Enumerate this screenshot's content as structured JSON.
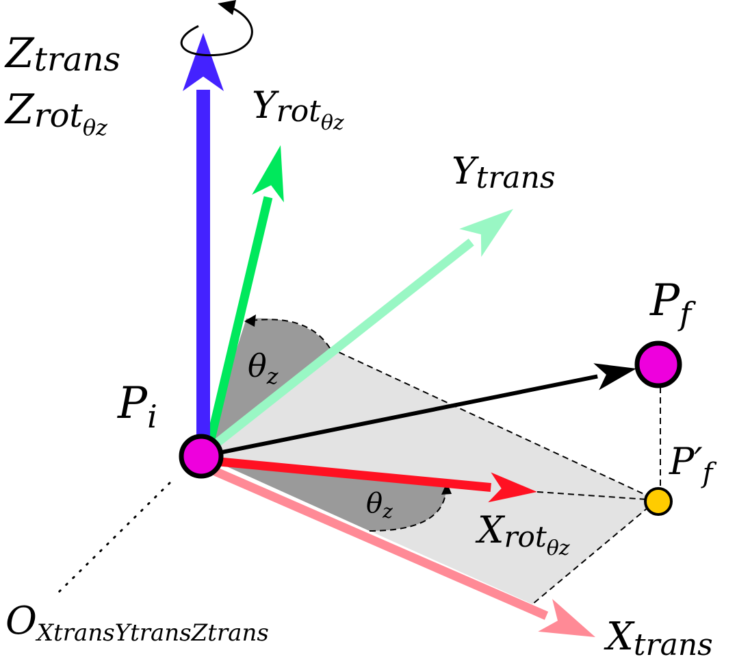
{
  "labels": {
    "z_trans": {
      "main": "Z",
      "sub": "trans"
    },
    "z_rot": {
      "main": "Z",
      "sub": "rot",
      "subsub": "θz"
    },
    "y_rot": {
      "main": "Y",
      "sub": "rot",
      "subsub": "θz"
    },
    "y_trans": {
      "main": "Y",
      "sub": "trans"
    },
    "x_rot": {
      "main": "X",
      "sub": "rot",
      "subsub": "θz"
    },
    "x_trans": {
      "main": "X",
      "sub": "trans"
    },
    "p_i": {
      "main": "P",
      "sub": "i"
    },
    "p_f": {
      "main": "P",
      "sub": "f"
    },
    "p_f_prime": {
      "main": "P′",
      "sub": "f"
    },
    "theta_upper": {
      "main": "θ",
      "sub": "z"
    },
    "theta_lower": {
      "main": "θ",
      "sub": "z"
    },
    "origin": {
      "main": "O",
      "sub": "XtransYtransZtrans"
    }
  },
  "colors": {
    "z_axis": "#4422ff",
    "y_rot_axis": "#00e85c",
    "y_trans_axis": "#99f7c4",
    "x_rot_axis": "#ff1122",
    "x_trans_axis": "#ff8a96",
    "vector": "#000000",
    "point_magenta": "#ee00dd",
    "point_yellow": "#ffcc00",
    "plane_fill": "#e3e3e3",
    "angle_fill": "#9a9a9a"
  }
}
